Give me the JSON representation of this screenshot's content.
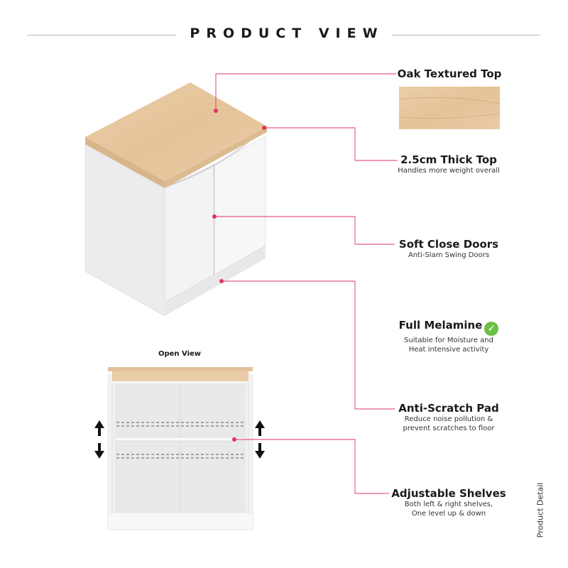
{
  "header": {
    "title": "PRODUCT VIEW"
  },
  "features": [
    {
      "title": "Oak Textured Top",
      "subtitle": []
    },
    {
      "title": "2.5cm Thick Top",
      "subtitle": [
        "Handles more weight overall"
      ]
    },
    {
      "title": "Soft Close Doors",
      "subtitle": [
        "Anti-Slam Swing Doors"
      ]
    },
    {
      "title": "Full Melamine",
      "subtitle": [
        "Suitable for Moisture and",
        "Heat intensive activity"
      ]
    },
    {
      "title": "Anti-Scratch Pad",
      "subtitle": [
        "Reduce noise pollution &",
        "prevent scratches to floor"
      ]
    },
    {
      "title": "Adjustable Shelves",
      "subtitle": [
        "Both left & right shelves,",
        "One level up & down"
      ]
    }
  ],
  "open_view": {
    "label": "Open View"
  },
  "side_label": "Product Detail",
  "colors": {
    "accent": "#e0335f",
    "oak": "#e8c9a3",
    "cabinet": "#f4f4f5",
    "check": "#6abf45"
  },
  "icons": [
    "checkmark-icon",
    "arrow-up-icon",
    "arrow-down-icon"
  ]
}
